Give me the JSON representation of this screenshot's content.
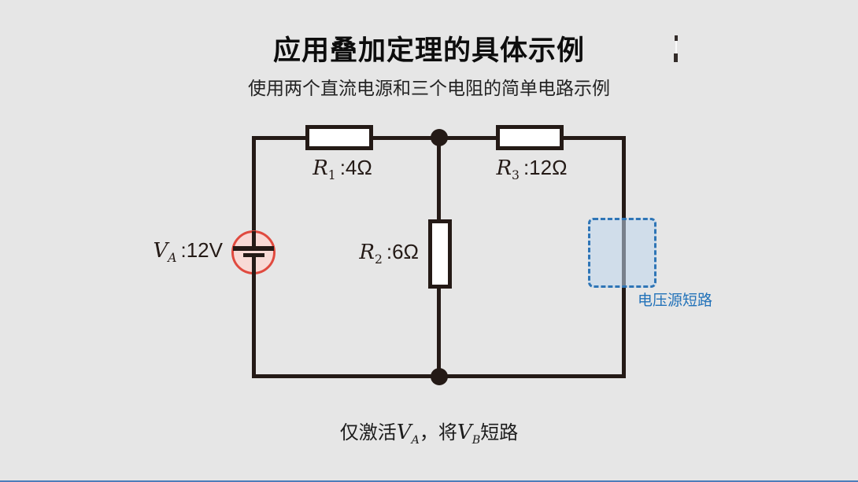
{
  "title": "应用叠加定理的具体示例",
  "subtitle": "使用两个直流电源和三个电阻的简单电路示例",
  "circuit": {
    "resistors": [
      {
        "id": "R1",
        "symbol": "R",
        "sub": "1",
        "value": ":4Ω"
      },
      {
        "id": "R2",
        "symbol": "R",
        "sub": "2",
        "value": ":6Ω"
      },
      {
        "id": "R3",
        "symbol": "R",
        "sub": "3",
        "value": ":12Ω"
      }
    ],
    "source": {
      "symbol": "V",
      "sub": "A",
      "value": ":12V"
    },
    "short_label": "电压源短路"
  },
  "caption": {
    "prefix": "仅激活",
    "var1": "V",
    "sub1": "A",
    "middle": "，将",
    "var2": "V",
    "sub2": "B",
    "suffix": "短路"
  },
  "colors": {
    "background": "#e6e6e6",
    "wire": "#241a16",
    "source_border": "#e04a3f",
    "source_fill": "#f8dad6",
    "highlight_border": "#2e75b6",
    "highlight_fill": "#dbe8f5",
    "highlight_text": "#2272b9",
    "footer_line": "#4d7dba"
  }
}
